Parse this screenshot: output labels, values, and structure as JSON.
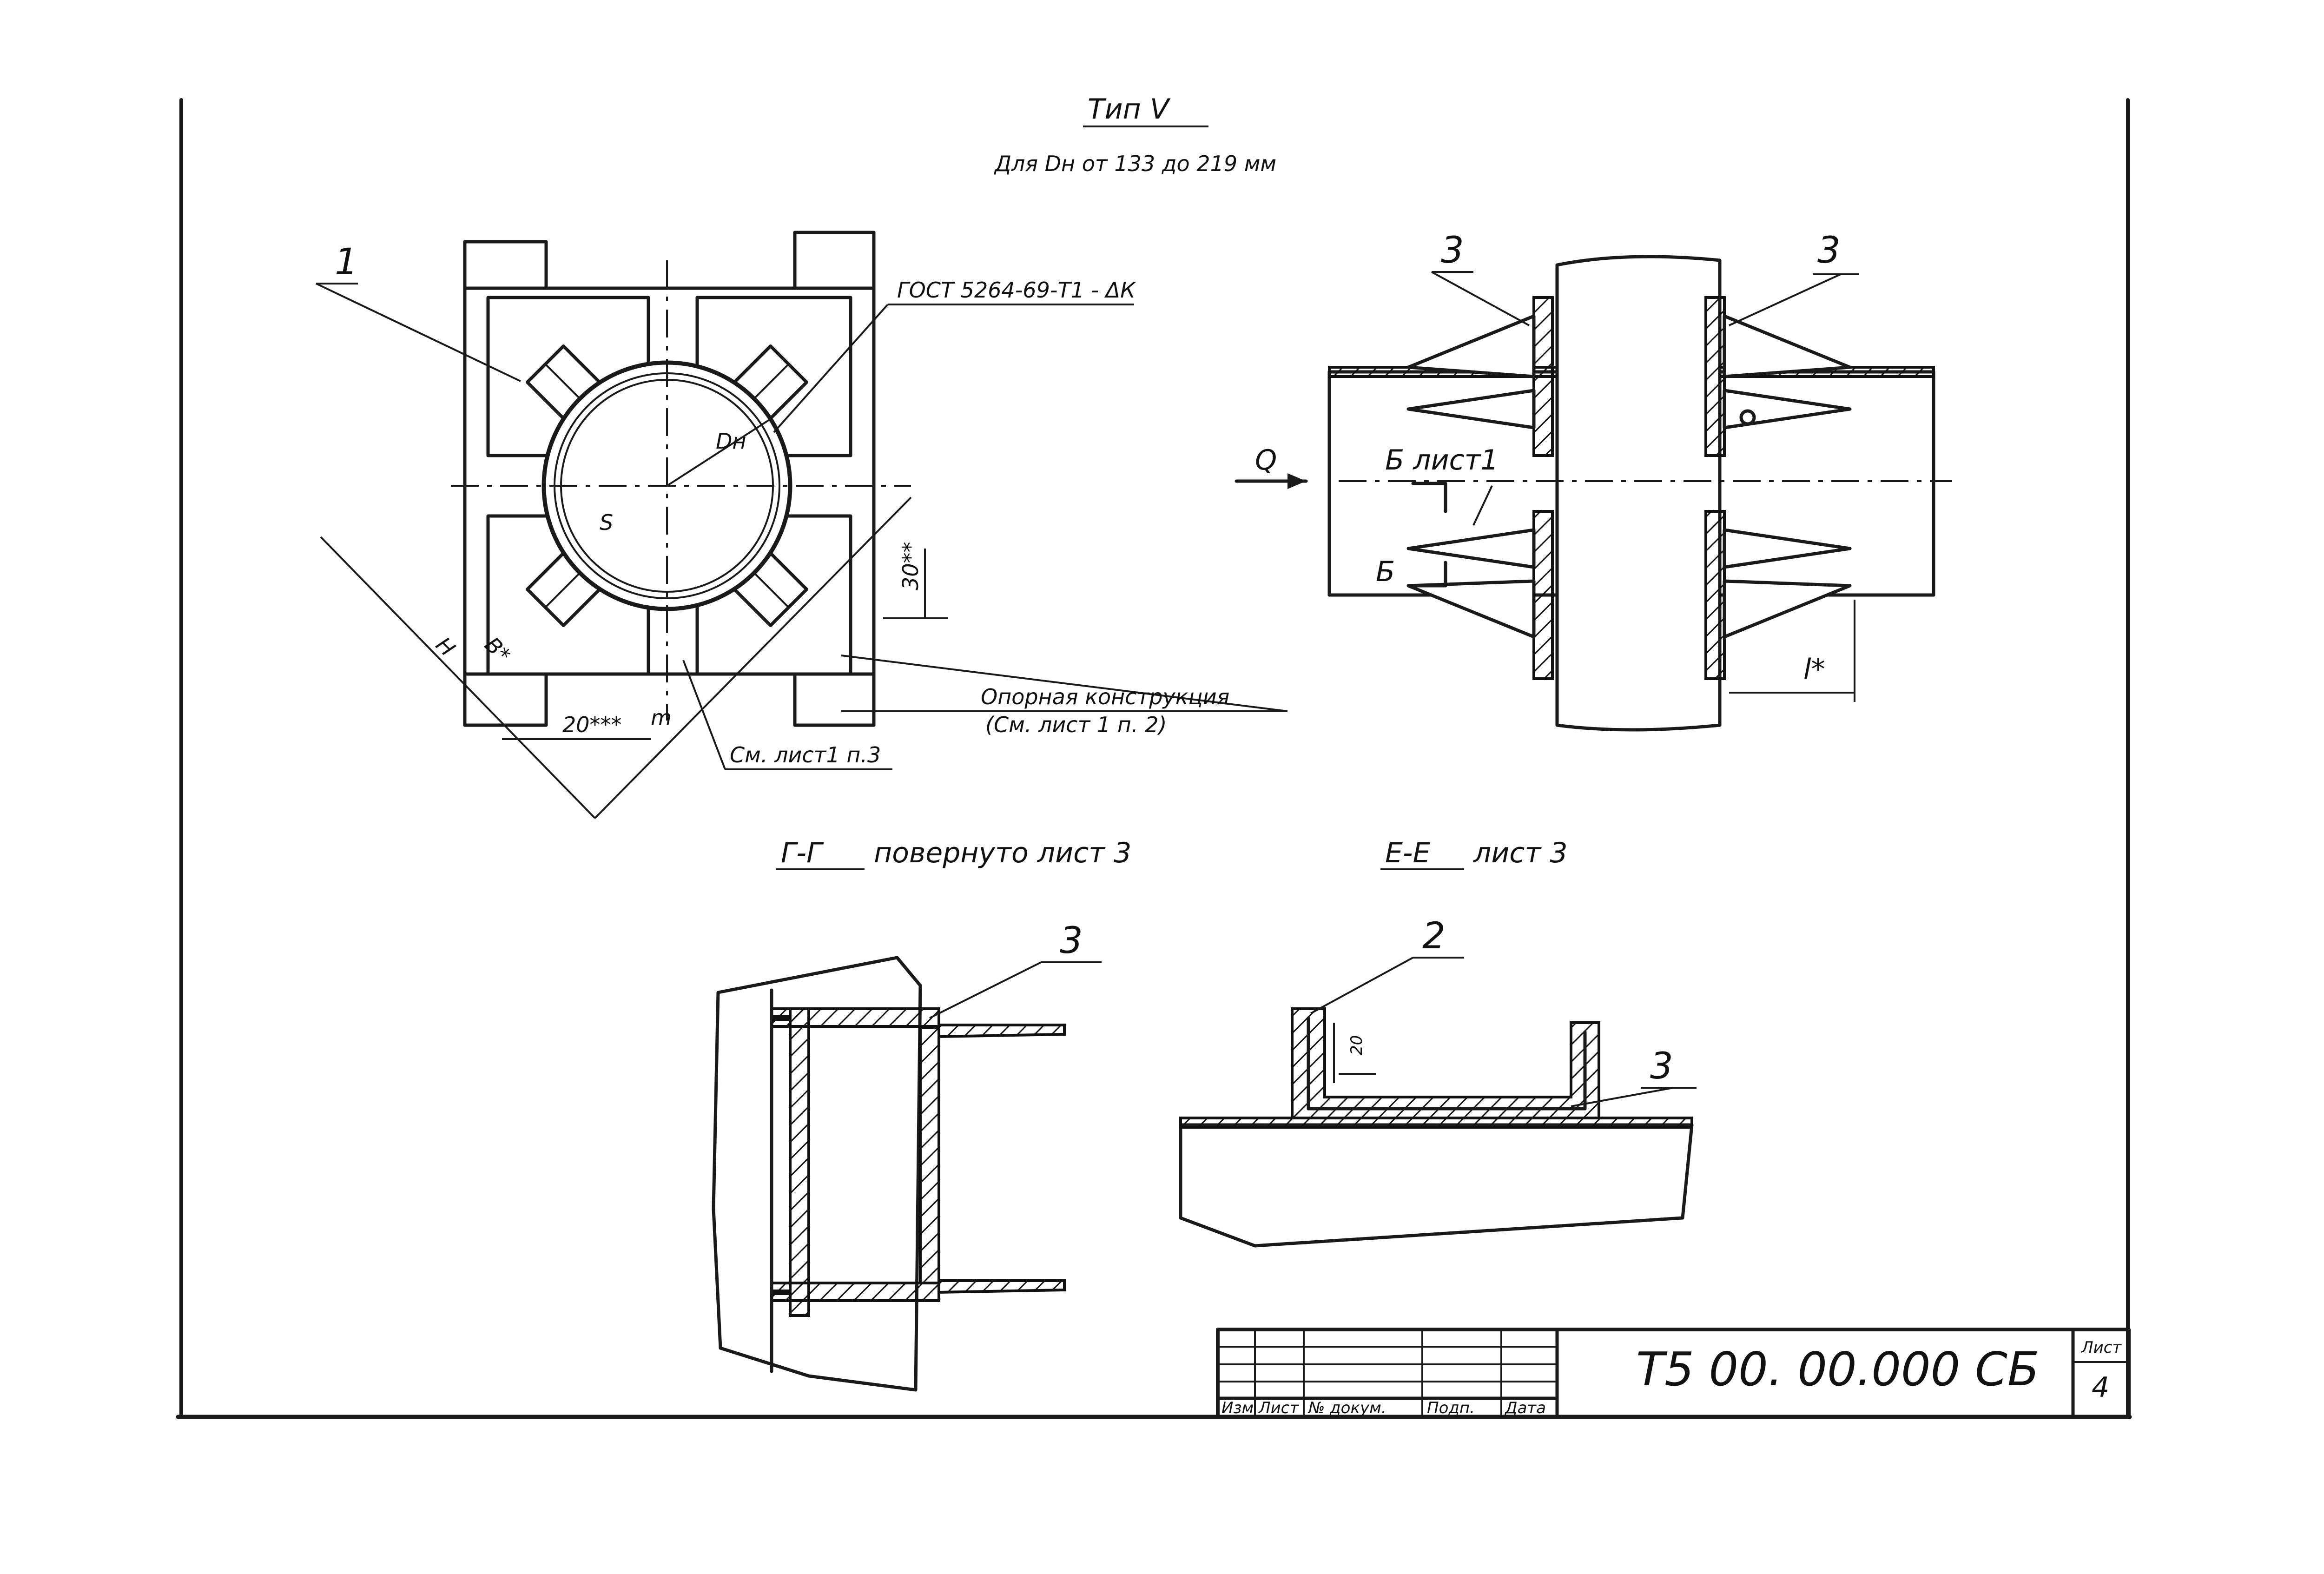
{
  "header": {
    "type_label": "Тип V",
    "range_label": "Для Dн от 133 до 219 мм"
  },
  "plan_view": {
    "position_1": "1",
    "weld_note": "ГОСТ 5264-69-Т1 - ΔК",
    "dn_label": "Dн",
    "s_label": "S",
    "dim_30": "30**",
    "dim_h": "H",
    "dim_b": "B*",
    "dim_20": "20***",
    "dim_m": "m",
    "support_note_1": "Опорная конструкция",
    "support_note_2": "(См. лист 1 п. 2)",
    "see_note": "См. лист1 п.3"
  },
  "side_view": {
    "position_3_left": "3",
    "position_3_right": "3",
    "load_q": "Q",
    "section_b_note": "Б лист1",
    "section_b": "Б",
    "dim_l": "l*"
  },
  "section_gg": {
    "title": "Г-Г",
    "note": "повернуто лист 3",
    "position_3": "3"
  },
  "section_ee": {
    "title": "Е-Е",
    "note": "лист 3",
    "position_2": "2",
    "position_3": "3",
    "dim_20": "20"
  },
  "title_block": {
    "doc_code": "Т5 00. 00.000 СБ",
    "sheet_label": "Лист",
    "sheet_number": "4",
    "col_izm": "Изм",
    "col_list": "Лист",
    "col_ndokum": "№ докум.",
    "col_podp": "Подп.",
    "col_data": "Дата"
  }
}
